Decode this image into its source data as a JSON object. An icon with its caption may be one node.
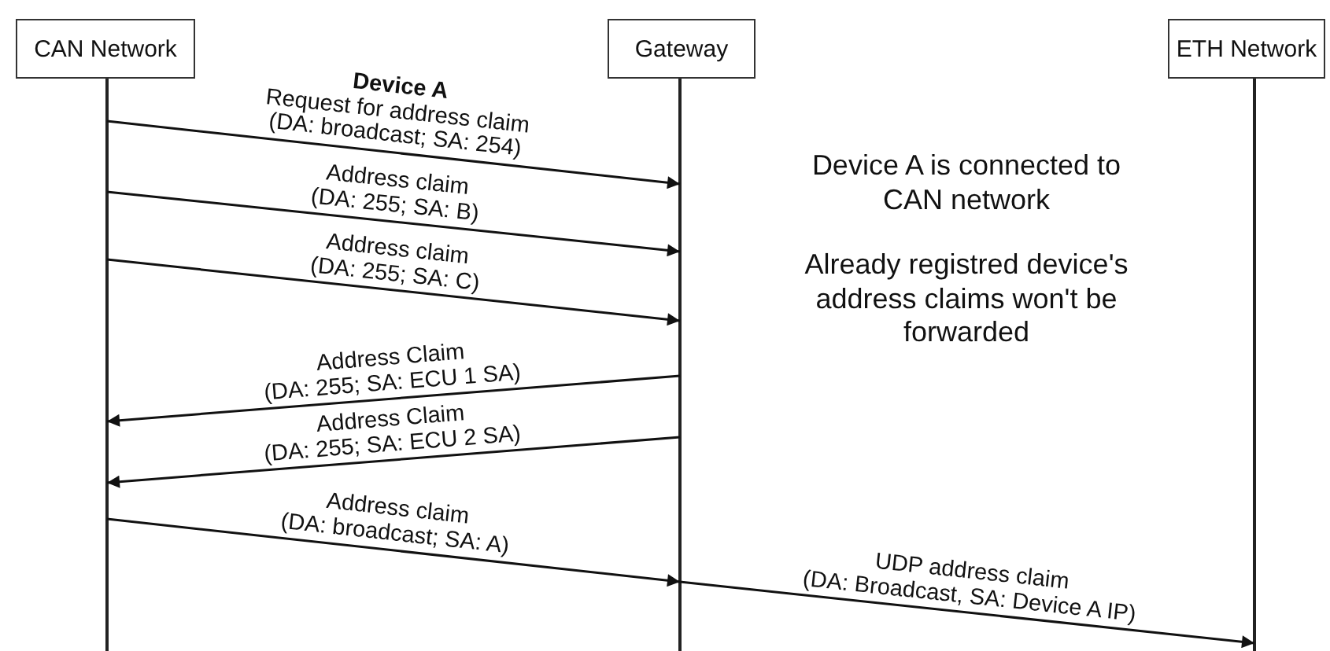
{
  "diagram": {
    "nodes": [
      {
        "text": [
          "CAN Network"
        ]
      },
      {
        "text": [
          "Gateway"
        ]
      },
      {
        "text": [
          "ETH Network"
        ]
      }
    ],
    "edges": [
      {
        "from": 0,
        "to": 1,
        "arrow": "to",
        "label": "**Device A** Request for address claim (DA: broadcast; SA: 254)"
      },
      {
        "from": 0,
        "to": 1,
        "arrow": "to",
        "label": "Address claim (DA: 255; SA: B)"
      },
      {
        "from": 0,
        "to": 1,
        "arrow": "to",
        "label": "Address claim (DA: 255; SA: C)"
      },
      {
        "from": 1,
        "to": 0,
        "arrow": "to",
        "label": "Address Claim (DA: 255; SA: ECU 1 SA)"
      },
      {
        "from": 1,
        "to": 0,
        "arrow": "to",
        "label": "Address Claim (DA: 255; SA: ECU 2 SA)"
      },
      {
        "from": 0,
        "to": 1,
        "arrow": "to",
        "label": "Address claim (DA: broadcast; SA: A)"
      },
      {
        "from": 1,
        "to": 2,
        "arrow": "to",
        "label": "UDP address claim (DA: Broadcast, SA: Device A IP)"
      }
    ],
    "labels": [
      "Device A is connected to CAN network",
      "Already registred device's address claims won't be forwarded"
    ]
  }
}
